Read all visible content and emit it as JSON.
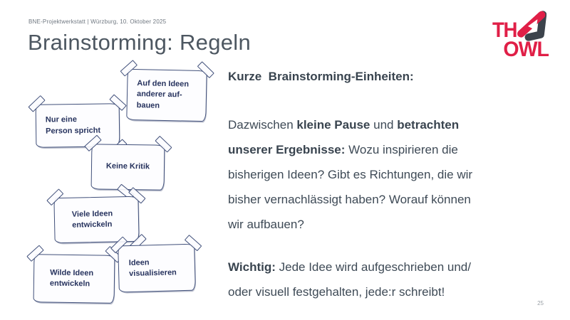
{
  "header": {
    "meta": "BNE-Projektwerkstatt | Würzburg, 10. Oktober 2025"
  },
  "title": "Brainstorming: Regeln",
  "logo": {
    "th": "TH",
    "owl": "OWL",
    "red": "#e01f47",
    "dark": "#3c434c"
  },
  "notes": [
    {
      "id": "auf-den-ideen",
      "lines": [
        "Auf den Ideen",
        "anderer auf-",
        "bauen"
      ]
    },
    {
      "id": "nur-eine-person",
      "lines": [
        "Nur eine",
        "Person spricht"
      ]
    },
    {
      "id": "keine-kritik",
      "lines": [
        "Keine Kritik"
      ]
    },
    {
      "id": "viele-ideen",
      "lines": [
        "Viele Ideen",
        "entwickeln"
      ]
    },
    {
      "id": "wilde-ideen",
      "lines": [
        "Wilde Ideen",
        "entwickeln"
      ]
    },
    {
      "id": "ideen-visualisieren",
      "lines": [
        "Ideen",
        "visualisieren"
      ]
    }
  ],
  "body": {
    "paragraphs": [
      {
        "segments": [
          {
            "t": "Kurze  Brainstorming-Einheiten:",
            "b": true
          }
        ]
      },
      {
        "segments": [
          {
            "t": "Dazwischen ",
            "b": false
          },
          {
            "t": "kleine Pause",
            "b": true
          },
          {
            "t": " und ",
            "b": false
          },
          {
            "t": "betrachten",
            "b": true,
            "br": true
          },
          {
            "t": "unserer Ergebnisse:",
            "b": true
          },
          {
            "t": " Wozu inspirieren die",
            "b": false,
            "br": true
          },
          {
            "t": "bisherigen Ideen? Gibt es Richtungen, die wir",
            "b": false,
            "br": true
          },
          {
            "t": "bisher vernachlässigt haben? Worauf können",
            "b": false,
            "br": true
          },
          {
            "t": "wir aufbauen?",
            "b": false
          }
        ]
      },
      {
        "segments": [
          {
            "t": "Wichtig:",
            "b": true
          },
          {
            "t": " Jede Idee wird aufgeschrieben und/",
            "b": false,
            "br": true
          },
          {
            "t": "oder visuell festgehalten, jede:r schreibt!",
            "b": false
          }
        ]
      }
    ]
  },
  "page_number": "25"
}
